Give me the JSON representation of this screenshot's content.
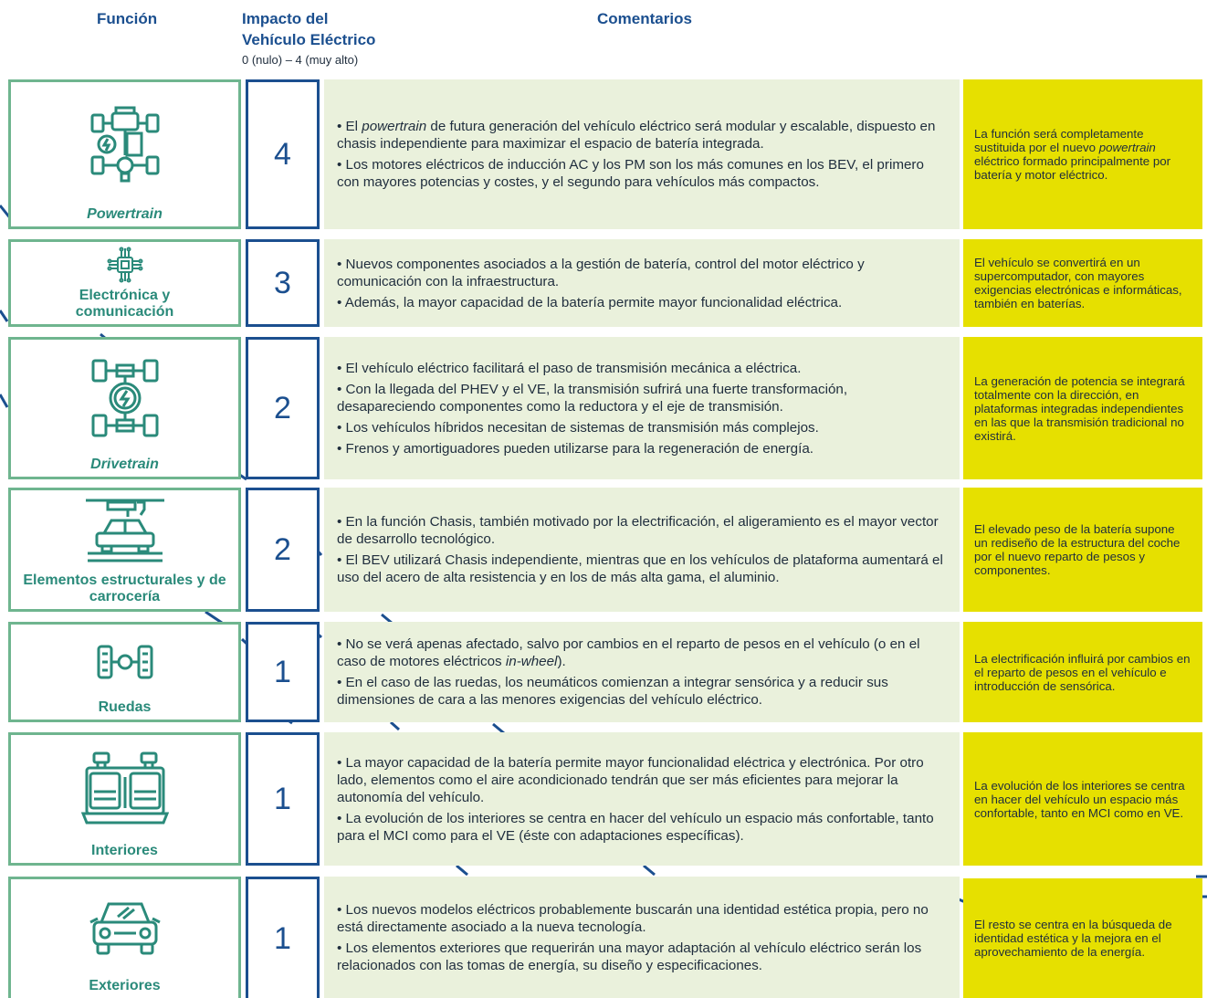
{
  "headers": {
    "funcion": "Función",
    "impacto_line1": "Impacto del",
    "impacto_line2": "Vehículo Eléctrico",
    "impacto_scale": "0 (nulo) – 4 (muy alto)",
    "comentarios": "Comentarios"
  },
  "rows": [
    {
      "label": "Powertrain",
      "icon": "powertrain-icon",
      "impact": "4",
      "c1_a": "• El ",
      "c1_em": "powertrain",
      "c1_b": " de futura generación del vehículo eléctrico será modular y escalable, dispuesto en chasis independiente para maximizar el espacio de batería integrada.",
      "c2": "• Los motores eléctricos de inducción AC y los PM son los más comunes en los BEV, el primero con mayores potencias y costes, y el segundo para vehículos más compactos.",
      "note_a": "La función será completamente sustituida por el nuevo ",
      "note_em": "powertrain",
      "note_b": " eléctrico formado principalmente por batería y motor eléctrico."
    },
    {
      "label": "Electrónica y comunicación",
      "icon": "chip-icon",
      "impact": "3",
      "c1": "• Nuevos componentes asociados a la gestión de batería, control del motor eléctrico y comunicación con la infraestructura.",
      "c2": "• Además, la mayor capacidad de la batería permite mayor funcionalidad eléctrica.",
      "note": "El vehículo se convertirá en un supercomputador, con mayores exigencias electrónicas e informáticas, también en baterías."
    },
    {
      "label": "Drivetrain",
      "icon": "drivetrain-icon",
      "impact": "2",
      "c1": "• El vehículo eléctrico facilitará el paso de transmisión mecánica a eléctrica.",
      "c2": "• Con la llegada del PHEV y el VE, la transmisión sufrirá una fuerte transformación, desapareciendo componentes como la reductora y el eje de transmisión.",
      "c3": "• Los vehículos híbridos necesitan de sistemas de transmisión más complejos.",
      "c4": "• Frenos y amortiguadores pueden utilizarse para la regeneración de energía.",
      "note": "La generación de potencia se integrará totalmente con la dirección, en plataformas integradas independientes en las que la transmisión tradicional no existirá."
    },
    {
      "label": "Elementos estructurales y de carrocería",
      "icon": "car-body-icon",
      "impact": "2",
      "c1": "• En la función Chasis, también motivado por la electrificación, el aligeramiento es el mayor vector de desarrollo tecnológico.",
      "c2": "• El BEV utilizará Chasis independiente, mientras que en los vehículos de plataforma aumentará el uso del acero de alta resistencia y en los de más alta gama, el aluminio.",
      "note": "El elevado peso de la batería supone un rediseño de la estructura del coche por el nuevo reparto de pesos y componentes."
    },
    {
      "label": "Ruedas",
      "icon": "wheels-icon",
      "impact": "1",
      "c1_a": "• No se verá apenas afectado, salvo por cambios en el reparto de pesos en el vehículo (o en el caso de motores eléctricos ",
      "c1_em": "in-wheel",
      "c1_b": ").",
      "c2": "• En el caso de las ruedas, los neumáticos comienzan a integrar sensórica y a reducir sus dimensiones de cara a las menores exigencias del vehículo eléctrico.",
      "note": "La electrificación influirá por cambios en el reparto de pesos en el vehículo e introducción de sensórica."
    },
    {
      "label": "Interiores",
      "icon": "seats-icon",
      "impact": "1",
      "c1": "• La mayor capacidad de la batería permite mayor funcionalidad eléctrica y electrónica. Por otro lado, elementos como el aire acondicionado tendrán que ser más eficientes para mejorar la autonomía del vehículo.",
      "c2": "• La evolución de los interiores se centra en hacer del vehículo un espacio más confortable, tanto para el MCI como para el VE (éste con adaptaciones específicas).",
      "note": "La evolución de los interiores se centra en hacer del vehículo un espacio más confortable, tanto en MCI como en VE."
    },
    {
      "label": "Exteriores",
      "icon": "car-front-icon",
      "impact": "1",
      "c1": "• Los nuevos modelos eléctricos probablemente buscarán una identidad estética propia, pero no está directamente asociado a la nueva tecnología.",
      "c2": "• Los elementos exteriores que requerirán una mayor adaptación al vehículo eléctrico serán los relacionados con las tomas de energía, su diseño y especificaciones.",
      "note": "El resto se centra en la búsqueda de identidad estética y la mejora en el aprovechamiento de la energía."
    }
  ]
}
